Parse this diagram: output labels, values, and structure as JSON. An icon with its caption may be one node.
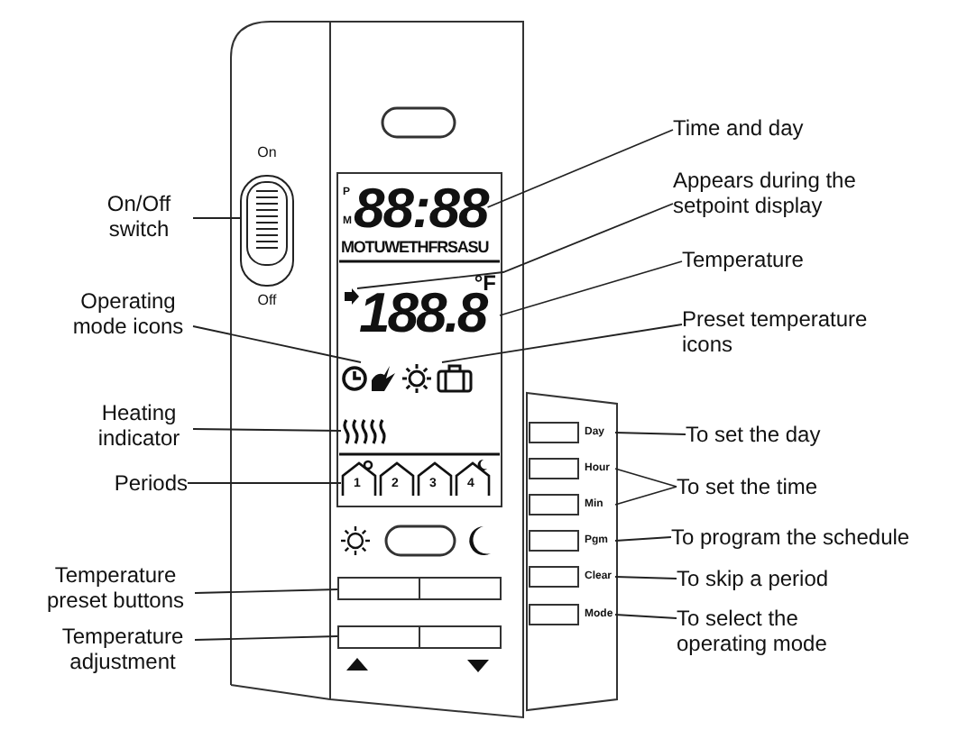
{
  "diagram": {
    "nodes": [
      {
        "text": [
          "On/Off switch"
        ]
      },
      {
        "text": [
          "Operating mode icons"
        ]
      },
      {
        "text": [
          "Heating indicator"
        ]
      },
      {
        "text": [
          "Periods"
        ]
      },
      {
        "text": [
          "Temperature preset buttons"
        ]
      },
      {
        "text": [
          "Temperature adjustment"
        ]
      },
      {
        "text": [
          "Time and day"
        ]
      },
      {
        "text": [
          "Appears during the setpoint display"
        ]
      },
      {
        "text": [
          "Temperature"
        ]
      },
      {
        "text": [
          "Preset temperature icons"
        ]
      },
      {
        "text": [
          "To set the day"
        ]
      },
      {
        "text": [
          "To set the time"
        ]
      },
      {
        "text": [
          "To program the schedule"
        ]
      },
      {
        "text": [
          "To skip a period"
        ]
      },
      {
        "text": [
          "To select the operating mode"
        ]
      },
      {
        "text": [],
        "shape": "switch",
        "beside": [
          "On",
          "Off"
        ]
      },
      {
        "text": [],
        "shape": "icon"
      },
      {
        "text": [],
        "shape": "icon"
      },
      {
        "text": [],
        "shape": "icon"
      },
      {
        "text": [],
        "shape": "box"
      },
      {
        "text": [],
        "shape": "box"
      },
      {
        "text": [
          "88:88"
        ]
      },
      {
        "text": [],
        "shape": "arrow"
      },
      {
        "text": [
          "188.8"
        ],
        "beside": [
          "°F"
        ]
      },
      {
        "text": [],
        "shape": "icon"
      },
      {
        "text": [],
        "shape": "box",
        "beside": [
          "Day"
        ]
      },
      {
        "text": [],
        "shape": "box",
        "beside": [
          "Hour"
        ]
      },
      {
        "text": [],
        "shape": "box",
        "beside": [
          "Min"
        ]
      },
      {
        "text": [],
        "shape": "box",
        "beside": [
          "Pgm"
        ]
      },
      {
        "text": [],
        "shape": "box",
        "beside": [
          "Clear"
        ]
      },
      {
        "text": [],
        "shape": "box",
        "beside": [
          "Mode"
        ]
      }
    ],
    "edges": [
      {
        "from": 0,
        "to": 15,
        "arrow": "none"
      },
      {
        "from": 1,
        "to": 16,
        "arrow": "none"
      },
      {
        "from": 2,
        "to": 17,
        "arrow": "none"
      },
      {
        "from": 3,
        "to": 18,
        "arrow": "none"
      },
      {
        "from": 4,
        "to": 19,
        "arrow": "none"
      },
      {
        "from": 5,
        "to": 20,
        "arrow": "none"
      },
      {
        "from": 6,
        "to": 21,
        "arrow": "none"
      },
      {
        "from": 7,
        "to": 22,
        "arrow": "none"
      },
      {
        "from": 8,
        "to": 23,
        "arrow": "none"
      },
      {
        "from": 9,
        "to": 24,
        "arrow": "none"
      },
      {
        "from": 10,
        "to": 25,
        "arrow": "none"
      },
      {
        "from": 11,
        "to": 26,
        "arrow": "none"
      },
      {
        "from": 11,
        "to": 27,
        "arrow": "none"
      },
      {
        "from": 12,
        "to": 28,
        "arrow": "none"
      },
      {
        "from": 13,
        "to": 29,
        "arrow": "none"
      },
      {
        "from": 14,
        "to": 30,
        "arrow": "none"
      }
    ],
    "labels": [
      "P",
      "M",
      "MOTUWETHFRSASU",
      "1",
      "2",
      "3",
      "4"
    ]
  }
}
